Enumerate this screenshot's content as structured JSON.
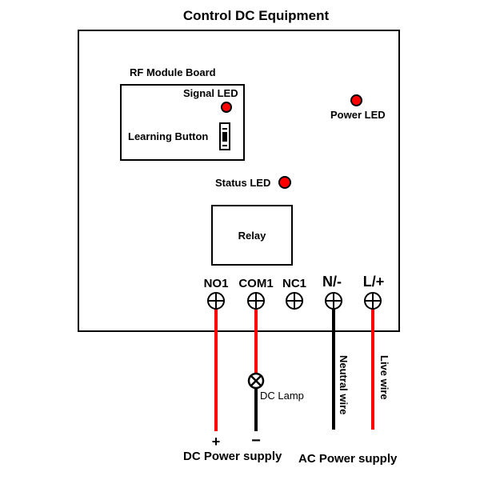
{
  "title": "Control DC Equipment",
  "rf_module": {
    "label": "RF Module Board",
    "signal_led_label": "Signal LED",
    "learning_button_label": "Learning Button"
  },
  "power_led_label": "Power LED",
  "status_led_label": "Status LED",
  "relay_label": "Relay",
  "terminals": [
    {
      "label": "NO1"
    },
    {
      "label": "COM1"
    },
    {
      "label": "NC1"
    },
    {
      "label": "N/-"
    },
    {
      "label": "L/+"
    }
  ],
  "load": {
    "label": "DC Lamp",
    "icon": "lamp-icon"
  },
  "wires": {
    "neutral_label": "Neutral wire",
    "live_label": "Live wire"
  },
  "polarity": {
    "positive": "+",
    "negative": "−"
  },
  "supplies": {
    "dc_label": "DC Power supply",
    "ac_label": "AC Power supply"
  },
  "colors": {
    "led": "#ff0000",
    "live_wire": "#ff0000",
    "neutral_wire": "#000000",
    "outline": "#000000"
  }
}
